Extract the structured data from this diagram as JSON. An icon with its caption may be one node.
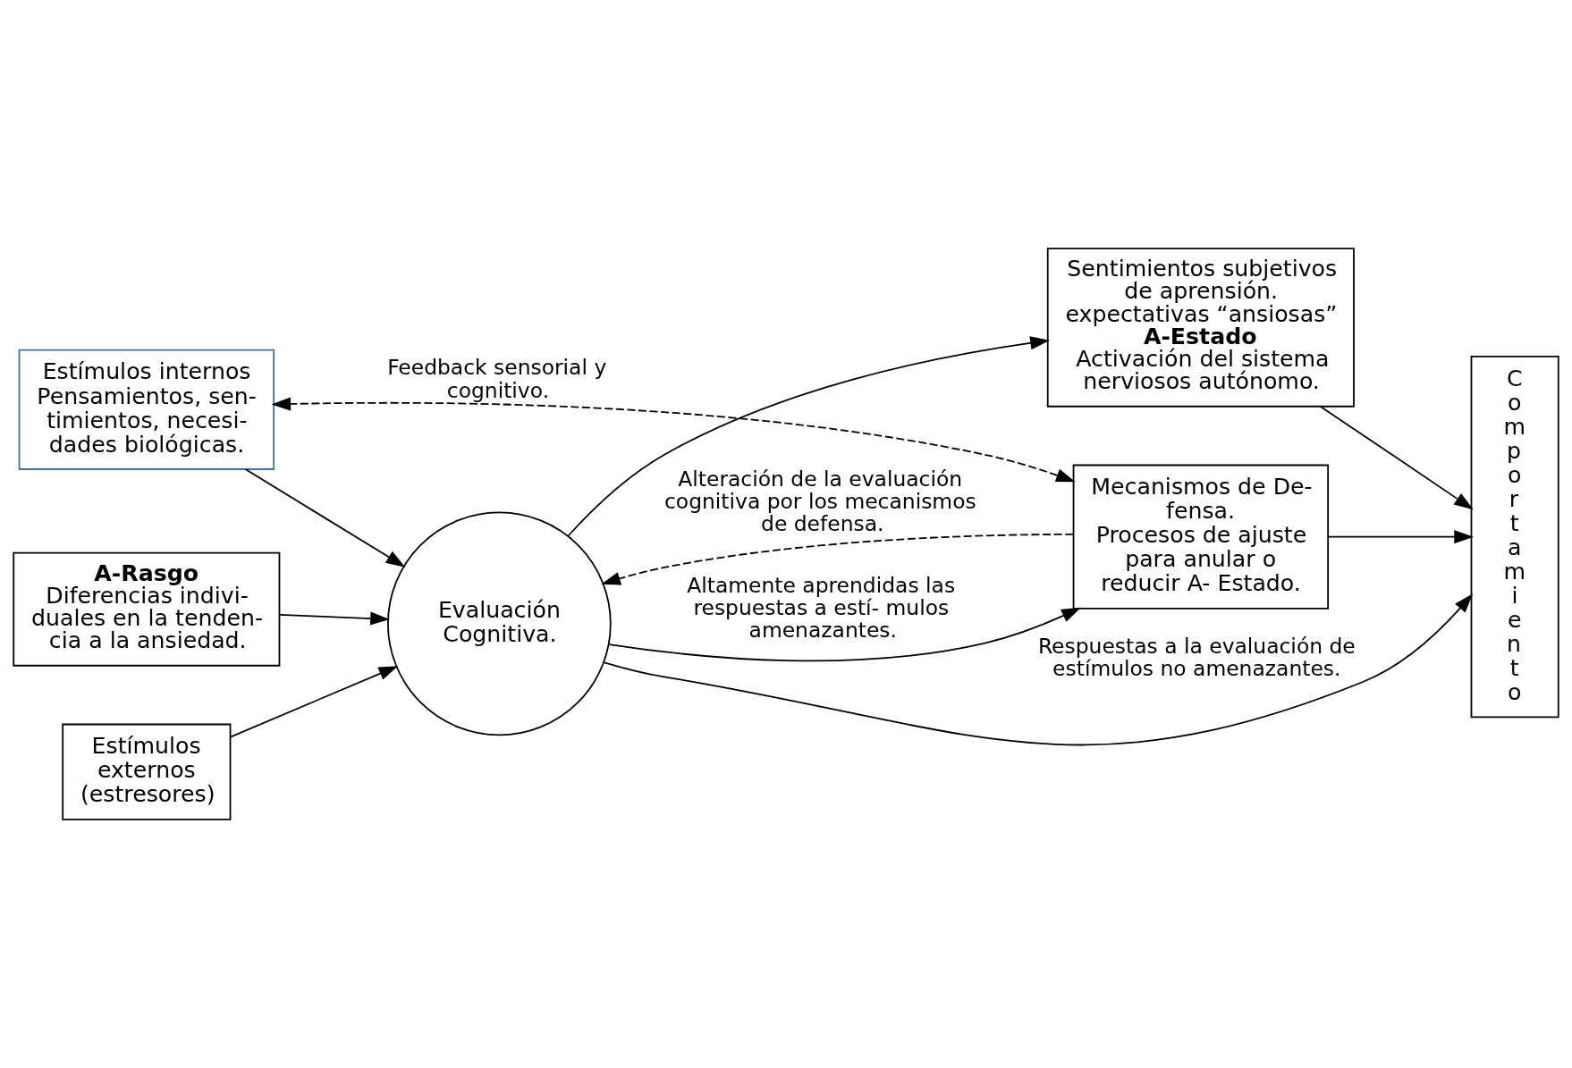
{
  "diagram": {
    "nodes": [
      {
        "text": [
          "Estímulos internos",
          "Pensamientos, sen- timientos, necesi- dades biológicas."
        ]
      },
      {
        "text": [
          "Sentimientos subjetivos de aprensión. expectativas “ansiosas”",
          "A-Estado",
          "Activación del sistema nerviosos autónomo."
        ]
      },
      {
        "text": [
          "Estímulos externos (estresores)"
        ]
      },
      {
        "text": [
          "Evaluación Cognitiva."
        ]
      },
      {
        "text": [
          "Mecanismos de De- fensa.",
          "Procesos de ajuste para anular o reducir A- Estado."
        ]
      },
      {
        "text": [
          "Comportamiento"
        ]
      },
      {
        "text": [
          "A-Rasgo",
          "Diferencias indivi- duales en la tenden- cia a la ansiedad."
        ]
      }
    ],
    "edges": [
      {
        "from": 4,
        "to": 0,
        "arrow": "both",
        "style": "dashed",
        "label": "Feedback sensorial y cognitivo."
      },
      {
        "from": 0,
        "to": 3,
        "arrow": "to"
      },
      {
        "from": 2,
        "to": 3,
        "arrow": "to"
      },
      {
        "from": 6,
        "to": 3,
        "arrow": "to"
      },
      {
        "from": 3,
        "to": 1,
        "arrow": "to"
      },
      {
        "from": 3,
        "to": 4,
        "arrow": "to",
        "label": "Altamente aprendidas las respuestas a estí- mulos amenazantes."
      },
      {
        "from": 3,
        "to": 5,
        "arrow": "to",
        "label": "Respuestas a la evaluación de estímulos no amenazantes."
      },
      {
        "from": 1,
        "to": 5,
        "arrow": "to"
      },
      {
        "from": 4,
        "to": 5,
        "arrow": "to"
      },
      {
        "from": 4,
        "to": 3,
        "arrow": "to",
        "style": "dashed",
        "label": "Alteración de la evaluación cognitiva por los mecanismos de defensa."
      }
    ]
  }
}
